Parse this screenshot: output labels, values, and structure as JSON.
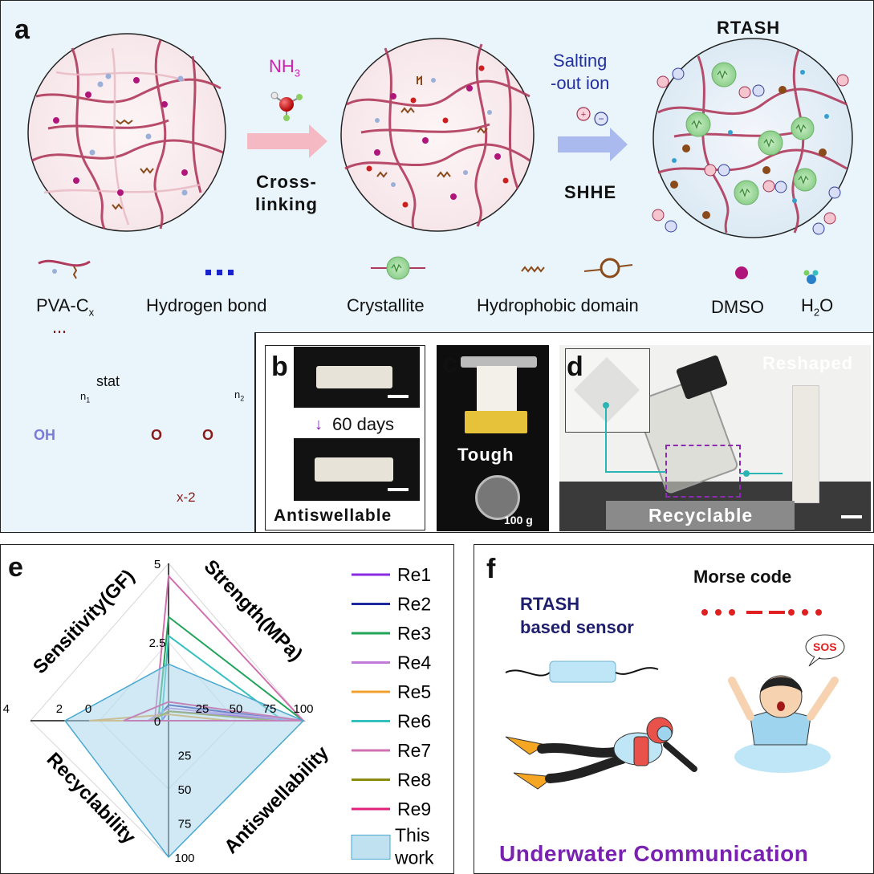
{
  "panel_a": {
    "label": "a",
    "title": "RTASH",
    "nh3": "NH",
    "nh3_sub": "3",
    "crosslinking_line1": "Cross-",
    "crosslinking_line2": "linking",
    "salting_line1": "Salting",
    "salting_line2": "-out ion",
    "shhe": "SHHE",
    "legend": {
      "pva": "PVA-C",
      "pva_sub": "x",
      "hbond": "Hydrogen bond",
      "crystallite": "Crystallite",
      "hydrophobic": "Hydrophobic domain",
      "dmso": "DMSO",
      "h2o_h": "H",
      "h2o_sub": "2",
      "h2o_o": "O"
    },
    "structure": {
      "stat": "stat",
      "n1": "n",
      "n1_sub": "1",
      "n2": "n",
      "n2_sub": "2",
      "oh": "OH",
      "o1": "O",
      "o2": "O",
      "x2": "x-2"
    }
  },
  "panel_b": {
    "label": "b",
    "days": "60 days",
    "caption": "Antiswellable"
  },
  "panel_c": {
    "label": "c",
    "caption": "Tough",
    "weight": "100 g"
  },
  "panel_d": {
    "label": "d",
    "reshaped": "Reshaped",
    "caption": "Recyclable"
  },
  "panel_e": {
    "label": "e"
  },
  "panel_f": {
    "label": "f",
    "sensor_line1": "RTASH",
    "sensor_line2": "based sensor",
    "morse_title": "Morse code",
    "sos": "SOS",
    "caption": "Underwater Communication"
  },
  "colors": {
    "panel_bg": "#eaf5fb",
    "pva_chain": "#b03a5b",
    "hbond": "#1a22cc",
    "hydrophobic": "#8b4a1a",
    "dmso": "#b0157a",
    "arrow_pink": "#f4b9c2",
    "arrow_blue": "#aab9ee",
    "purple_text": "#7a22b0",
    "morse_red": "#e02020"
  },
  "chart_data": {
    "type": "radar",
    "axes": [
      {
        "name": "Strength(MPa)",
        "ticks": [
          "0",
          "2.5",
          "5"
        ]
      },
      {
        "name": "Antiswellability",
        "ticks": [
          "25",
          "50",
          "75",
          "100"
        ]
      },
      {
        "name": "Recyclability",
        "ticks": [
          "25",
          "50",
          "75",
          "100"
        ]
      },
      {
        "name": "Sensitivity(GF)",
        "ticks": [
          "0",
          "2",
          "4"
        ]
      }
    ],
    "series": [
      {
        "name": "Re1",
        "color": "#8a2be2",
        "values": [
          0.3,
          100,
          0,
          0.2
        ]
      },
      {
        "name": "Re2",
        "color": "#1c2a9e",
        "values": [
          0.5,
          95,
          0,
          0.4
        ]
      },
      {
        "name": "Re3",
        "color": "#22a35a",
        "values": [
          3.3,
          100,
          0,
          0.3
        ]
      },
      {
        "name": "Re4",
        "color": "#c07ad8",
        "values": [
          0.4,
          98,
          0,
          0.6
        ]
      },
      {
        "name": "Re5",
        "color": "#f0a030",
        "values": [
          0.2,
          45,
          0,
          2.3
        ]
      },
      {
        "name": "Re6",
        "color": "#35c0c0",
        "values": [
          2.7,
          85,
          0,
          0.2
        ]
      },
      {
        "name": "Re7",
        "color": "#d070b0",
        "values": [
          4.6,
          100,
          0,
          0.4
        ]
      },
      {
        "name": "Re8",
        "color": "#8a8a10",
        "values": [
          0.3,
          80,
          0,
          0.5
        ]
      },
      {
        "name": "Re9",
        "color": "#e0207a",
        "values": [
          0.6,
          100,
          0,
          1.3
        ]
      },
      {
        "name": "This work",
        "color": "#4aa8d0",
        "values": [
          1.8,
          100,
          100,
          3.0
        ]
      }
    ]
  }
}
